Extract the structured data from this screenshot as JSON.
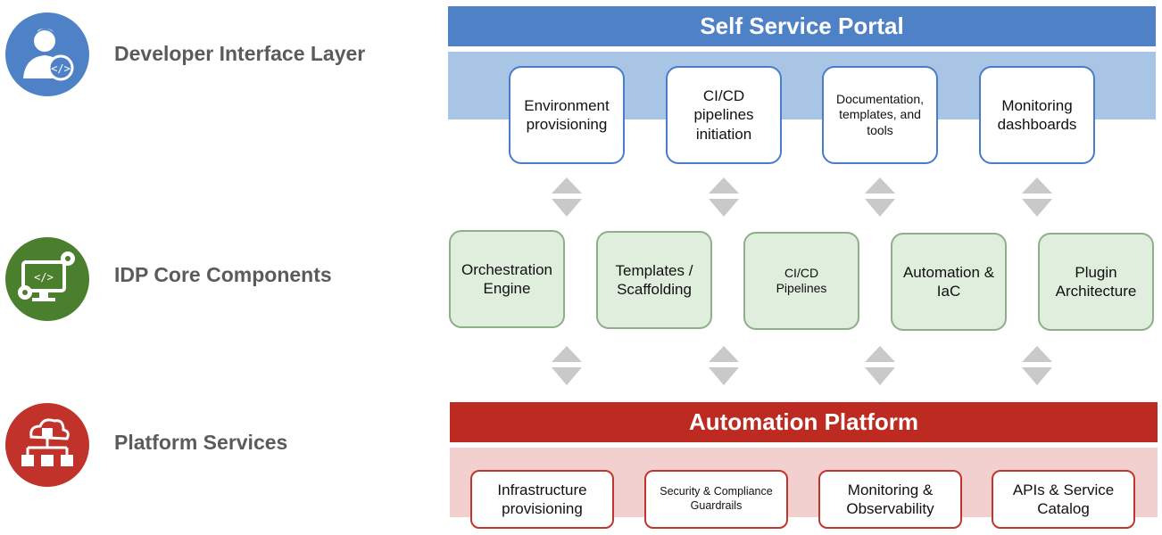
{
  "layers": {
    "developer": {
      "label": "Developer Interface Layer",
      "color": "#4f81c7"
    },
    "core": {
      "label": "IDP Core Components",
      "color": "#4a7f2e"
    },
    "platform": {
      "label": "Platform Services",
      "color": "#c0322a"
    }
  },
  "portal": {
    "title": "Self Service Portal",
    "color": "#4f81c7",
    "band_color": "#a9c5e6",
    "items": [
      {
        "label": "Environment provisioning"
      },
      {
        "label": "CI/CD pipelines initiation"
      },
      {
        "label": "Documentation, templates, and tools"
      },
      {
        "label": "Monitoring dashboards"
      }
    ]
  },
  "core_components": {
    "items": [
      {
        "label": "Orchestration Engine"
      },
      {
        "label": "Templates / Scaffolding"
      },
      {
        "label": "CI/CD Pipelines"
      },
      {
        "label": "Automation & IaC"
      },
      {
        "label": "Plugin Architecture"
      }
    ]
  },
  "automation_platform": {
    "title": "Automation Platform",
    "color": "#bd2a21",
    "band_color": "#f1d0cf",
    "items": [
      {
        "label": "Infrastructure provisioning"
      },
      {
        "label": "Security & Compliance Guardrails"
      },
      {
        "label": "Monitoring & Observability"
      },
      {
        "label": "APIs & Service Catalog"
      }
    ]
  },
  "icons": {
    "developer": "developer-user-icon",
    "core": "monitor-gears-code-icon",
    "platform": "cloud-network-icon",
    "arrow": "bidirectional-arrow-icon"
  }
}
